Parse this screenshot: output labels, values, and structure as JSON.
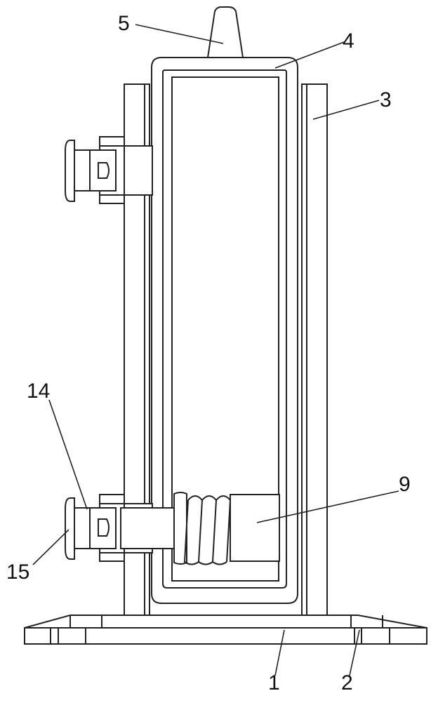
{
  "figure": {
    "labels": [
      {
        "id": "1",
        "text": "1"
      },
      {
        "id": "2",
        "text": "2"
      },
      {
        "id": "3",
        "text": "3"
      },
      {
        "id": "4",
        "text": "4"
      },
      {
        "id": "5",
        "text": "5"
      },
      {
        "id": "9",
        "text": "9"
      },
      {
        "id": "14",
        "text": "14"
      },
      {
        "id": "15",
        "text": "15"
      }
    ]
  }
}
